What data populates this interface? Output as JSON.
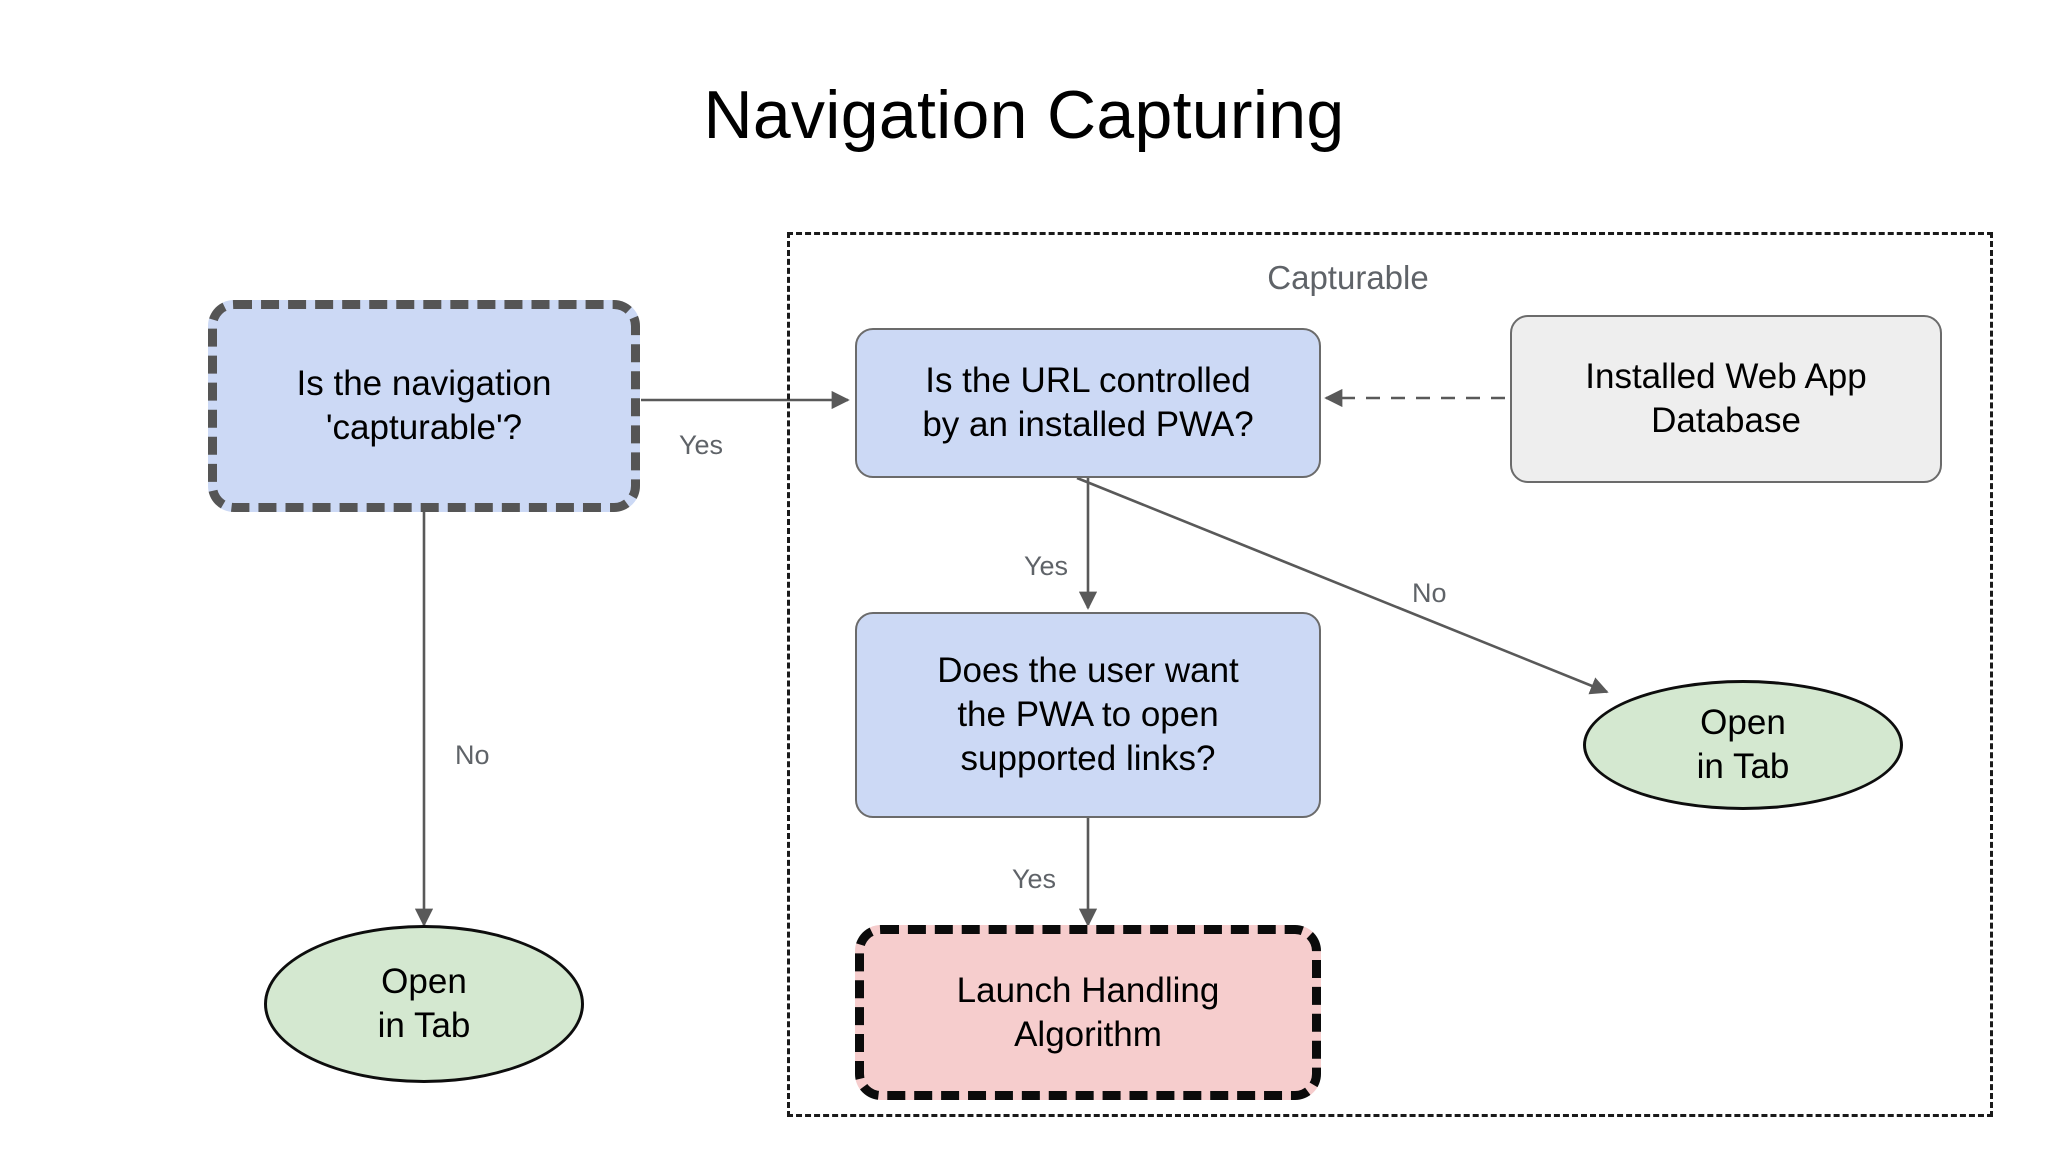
{
  "title": "Navigation Capturing",
  "colors": {
    "decision_fill": "#ccd9f5",
    "decision_stroke": "#6b6b6b",
    "dashed_gray_stroke": "#555555",
    "dashed_black_stroke": "#0b0b0b",
    "terminal_fill": "#d4e8d0",
    "terminal_stroke": "#0d0d0d",
    "datastore_fill": "#eeeeee",
    "datastore_stroke": "#6b6b6b",
    "process_fill": "#f6cdcd",
    "group_stroke": "#1a1a1a",
    "label_gray": "#5f6368",
    "edge_stroke": "#595959",
    "background": "#ffffff"
  },
  "group": {
    "label": "Capturable"
  },
  "nodes": {
    "capturable_question": {
      "label": "Is the navigation\n'capturable'?",
      "shape": "rounded-rect",
      "border": "dashed-gray",
      "fill": "#ccd9f5"
    },
    "url_controlled_question": {
      "label": "Is the URL controlled\nby an installed PWA?",
      "shape": "rounded-rect",
      "border": "solid-thin",
      "fill": "#ccd9f5"
    },
    "installed_web_app_database": {
      "label": "Installed Web App\nDatabase",
      "shape": "rounded-rect",
      "border": "solid-thin",
      "fill": "#eeeeee"
    },
    "user_wants_pwa_question": {
      "label": "Does the user want\nthe PWA to open\nsupported links?",
      "shape": "rounded-rect",
      "border": "solid-thin",
      "fill": "#ccd9f5"
    },
    "launch_handling_algorithm": {
      "label": "Launch Handling\nAlgorithm",
      "shape": "rounded-rect",
      "border": "dashed-black",
      "fill": "#f6cdcd"
    },
    "open_in_tab_left": {
      "label": "Open\nin Tab",
      "shape": "ellipse",
      "fill": "#d4e8d0"
    },
    "open_in_tab_right": {
      "label": "Open\nin Tab",
      "shape": "ellipse",
      "fill": "#d4e8d0"
    }
  },
  "edges": {
    "capturable_yes": {
      "label": "Yes"
    },
    "capturable_no": {
      "label": "No"
    },
    "url_yes": {
      "label": "Yes"
    },
    "url_no": {
      "label": "No"
    },
    "user_wants_yes": {
      "label": "Yes"
    },
    "database_lookup": {
      "label": ""
    }
  }
}
